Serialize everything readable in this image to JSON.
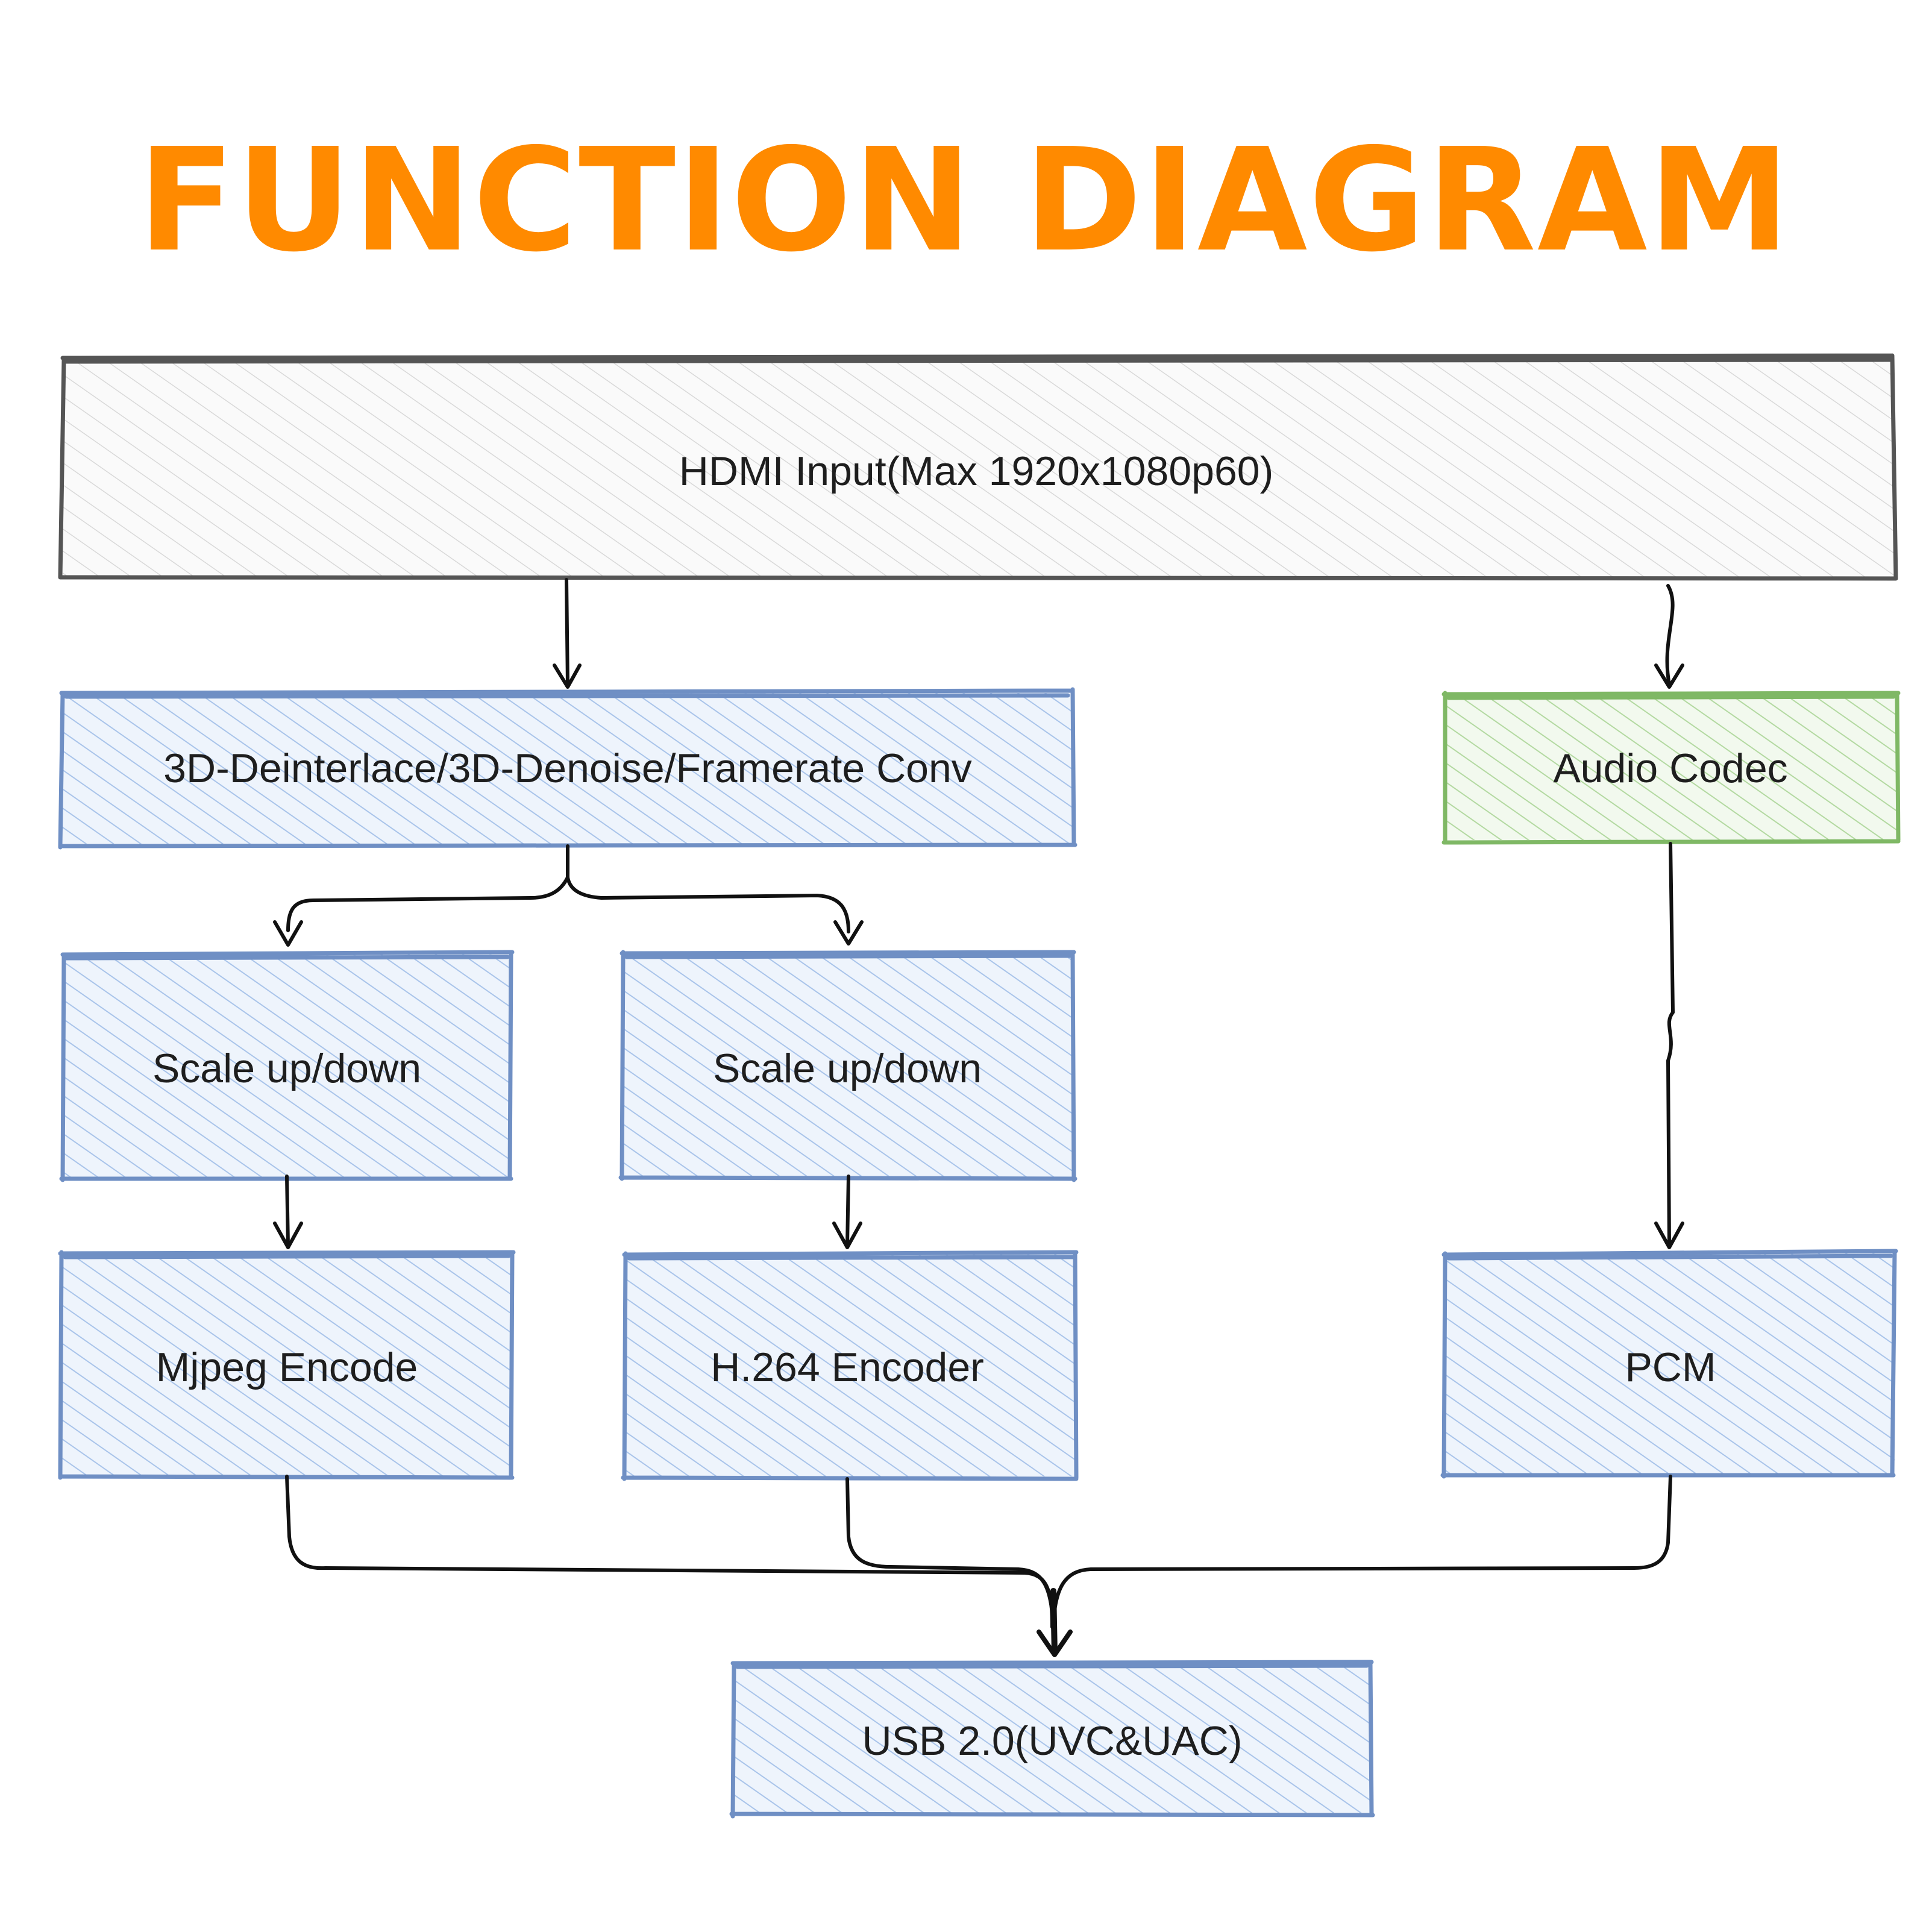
{
  "title": "FUNCTION DIAGRAM",
  "colors": {
    "title": "#ff8a00",
    "input_stroke": "#555555",
    "input_hatch": "#d8d8d8",
    "video_stroke": "#6f8fc4",
    "video_hatch": "#a9c4ea",
    "video_fill": "#eef4fc",
    "audio_stroke": "#7fb865",
    "audio_hatch": "#b3d9a1",
    "audio_fill": "#f2f9ee",
    "connector": "#111111",
    "text": "#1e1e1e"
  },
  "blocks": {
    "hdmi_input": "HDMI Input(Max 1920x1080p60)",
    "deinterlace": "3D-Deinterlace/3D-Denoise/Framerate Conv",
    "audio_codec": "Audio Codec",
    "scale_left": "Scale up/down",
    "scale_right": "Scale up/down",
    "mjpeg": "Mjpeg Encode",
    "h264": "H.264 Encoder",
    "pcm": "PCM",
    "usb": "USB 2.0(UVC&UAC)"
  }
}
